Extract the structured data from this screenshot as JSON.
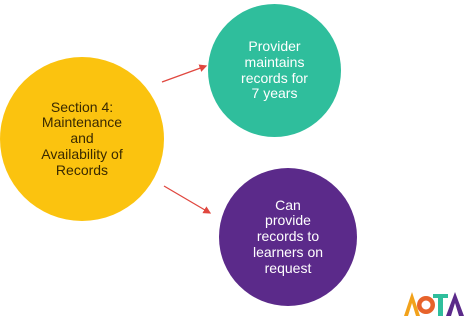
{
  "nodes": {
    "main": "Section 4:\nMaintenance\nand\nAvailability of\nRecords",
    "top": "Provider\nmaintains\nrecords for\n7 years",
    "bottom": "Can\nprovide\nrecords to\nlearners on\nrequest"
  },
  "logo": {
    "text": "AOTA"
  },
  "colors": {
    "main": "#fbc30f",
    "top": "#2fbe9c",
    "bottom": "#5b2a8a",
    "arrow": "#e0473f"
  }
}
